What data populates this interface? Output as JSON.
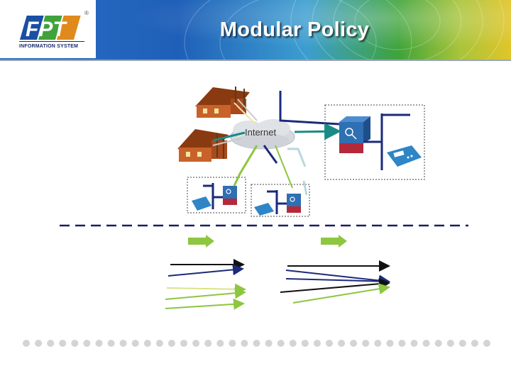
{
  "header": {
    "title": "Modular Policy",
    "logo_tagline": "INFORMATION SYSTEM",
    "logo_text": "FPT",
    "registered_mark": "®"
  },
  "diagram": {
    "cloud_label": "Internet"
  },
  "colors": {
    "header_blue": "#1f5fb8",
    "header_green": "#3fa33a",
    "header_yellow": "#d8c42a",
    "link_green": "#8dc63f",
    "link_navy": "#1b2a7a",
    "link_teal": "#1a8a86",
    "dash": "#1a1f5a",
    "dot_gray": "#d4d4d4"
  }
}
